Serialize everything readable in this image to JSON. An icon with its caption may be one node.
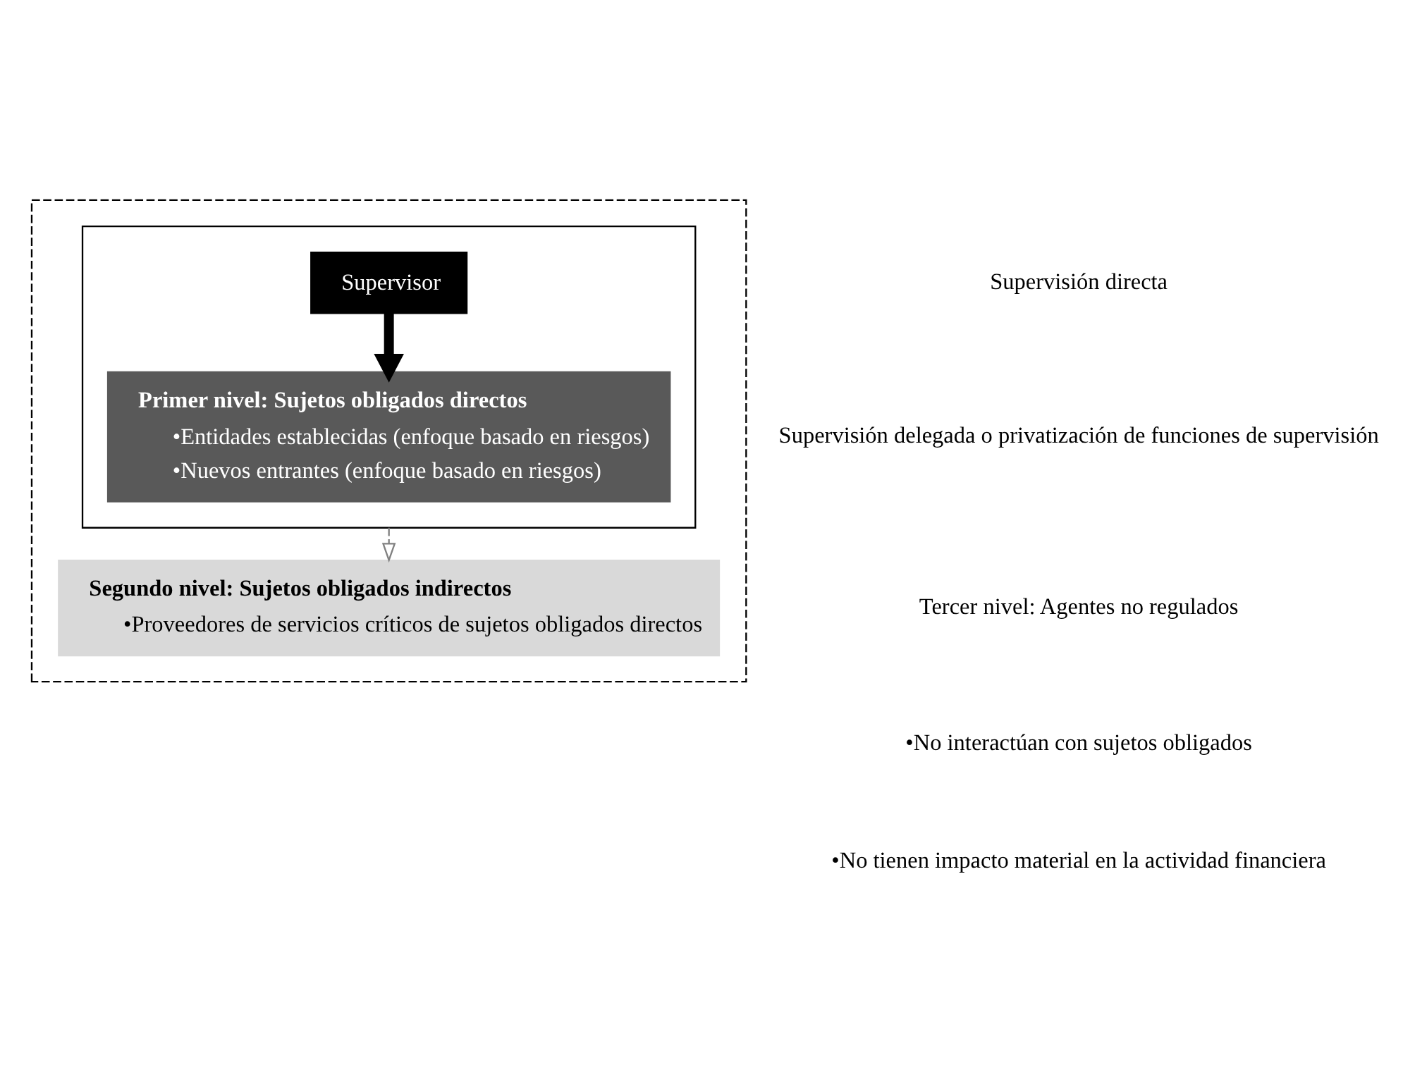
{
  "diagram": {
    "nodes": [
      {
        "text": [],
        "shape": "box"
      },
      {
        "text": [],
        "shape": "box",
        "in": 0
      },
      {
        "text": [
          "Supervisor"
        ],
        "in": 1
      },
      {
        "text": [
          "Primer nivel: Sujetos obligados directos",
          "•Entidades establecidas (enfoque basado en riesgos)",
          "•Nuevos entrantes (enfoque basado en riesgos)"
        ],
        "in": 1
      },
      {
        "text": [
          "Segundo nivel: Sujetos obligados indirectos",
          "•Proveedores de servicios críticos de sujetos obligados directos"
        ],
        "in": 0
      }
    ],
    "edges": [
      {
        "from": 2,
        "to": 3,
        "arrow": "to",
        "style": "thick"
      },
      {
        "from": 1,
        "to": 4,
        "arrow": "to",
        "style": "dashed",
        "color": "#808080"
      }
    ],
    "labels": [
      "Supervisión directa",
      "Supervisión delegada o privatización de funciones de supervisión",
      "Tercer nivel: Agentes no regulados",
      "•No interactúan con sujetos obligados",
      "•No tienen impacto material en la actividad financiera"
    ]
  }
}
